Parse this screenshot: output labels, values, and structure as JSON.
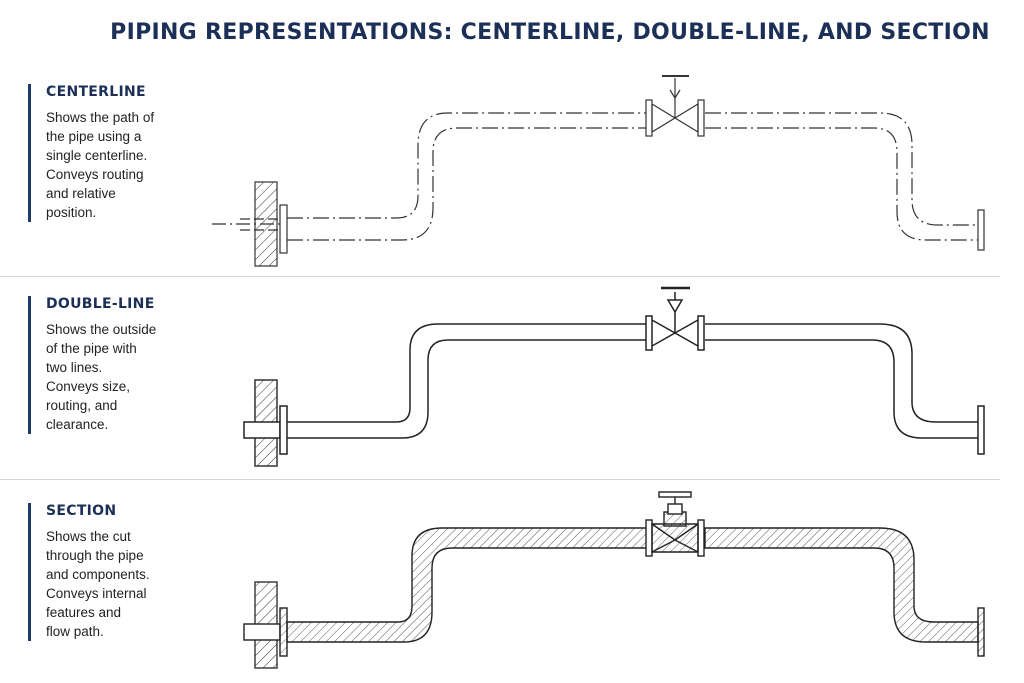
{
  "title": "PIPING REPRESENTATIONS: CENTERLINE, DOUBLE-LINE, AND SECTION",
  "panels": [
    {
      "heading": "CENTERLINE",
      "lines": [
        "Shows the path of",
        "the pipe using a",
        "single centerline.",
        "Conveys routing",
        "and relative",
        "position."
      ]
    },
    {
      "heading": "DOUBLE-LINE",
      "lines": [
        "Shows the outside",
        "of the pipe with",
        "two lines.",
        "Conveys size,",
        "routing, and",
        "clearance."
      ]
    },
    {
      "heading": "SECTION",
      "lines": [
        "Shows the cut",
        "through the pipe",
        "and components.",
        "Conveys internal",
        "features and",
        "flow path."
      ]
    }
  ],
  "colors": {
    "heading": "#1b2f57",
    "accent_bar": "#1f3a68",
    "line": "#333333"
  }
}
